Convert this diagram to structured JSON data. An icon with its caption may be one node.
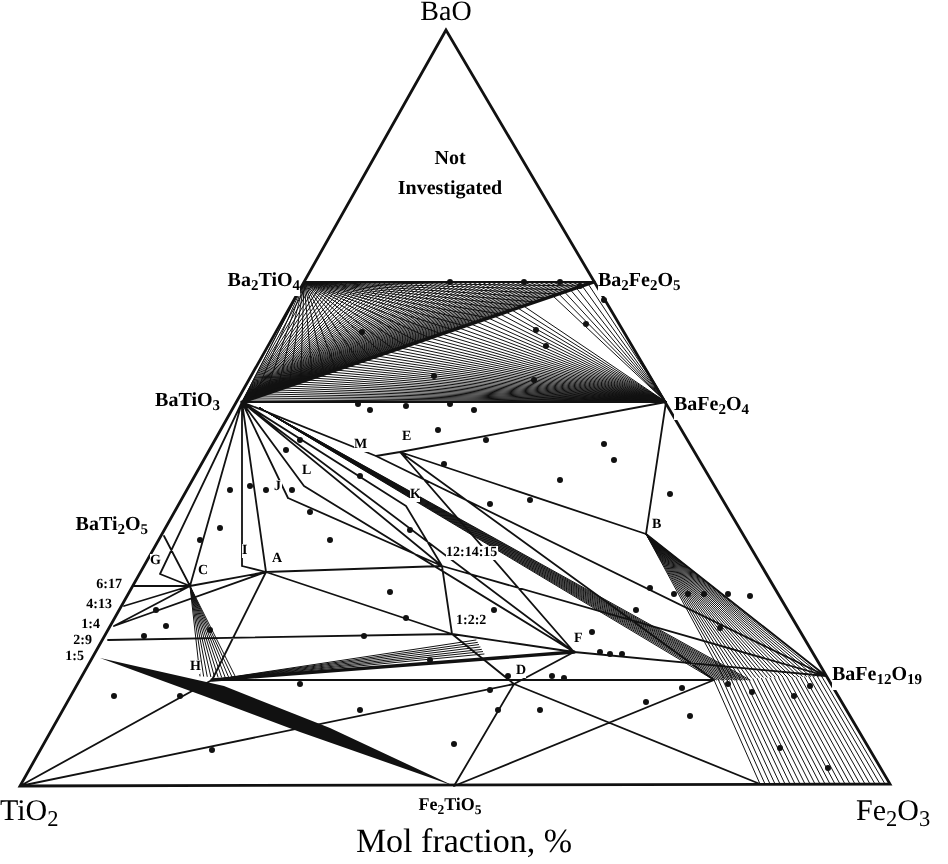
{
  "diagram": {
    "labels": [
      "BaO",
      "Not Investigated",
      "Ba$_{2}$TiO$_{4}$",
      "Ba$_{2}$Fe$_{2}$O$_{5}$",
      "BaTiO$_{3}$",
      "BaFe$_{2}$O$_{4}$",
      "M",
      "E",
      "L",
      "J",
      "K",
      "BaTi$_{2}$O$_{5}$",
      "12:14:15",
      "I",
      "A",
      "G",
      "C",
      "B",
      "6:17",
      "4:13",
      "1:2:2",
      "1:4",
      "2:9",
      "F",
      "1:5",
      "H",
      "D",
      "BaFe$_{12}$O$_{19}$",
      "TiO$_{2}$",
      "Fe$_{2}$TiO$_{5}$",
      "Fe$_{2}$O$_{3}$",
      "Mol fraction, %"
    ]
  }
}
